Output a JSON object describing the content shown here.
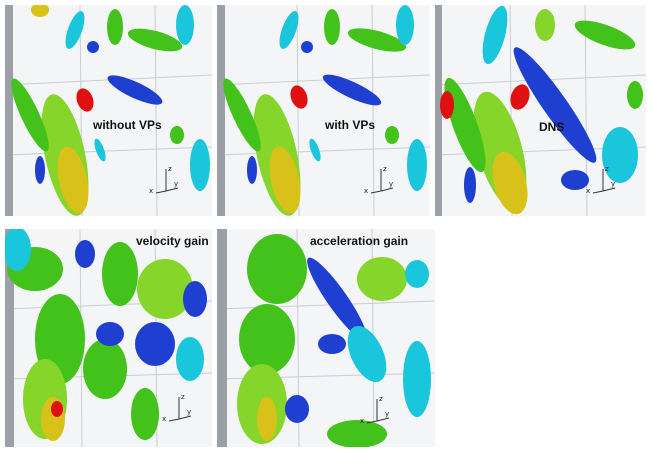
{
  "panels": [
    {
      "id": "p1",
      "label": "without VPs"
    },
    {
      "id": "p2",
      "label": "with VPs"
    },
    {
      "id": "p3",
      "label": "DNS"
    },
    {
      "id": "p4",
      "label": "velocity gain"
    },
    {
      "id": "p5",
      "label": "acceleration gain"
    }
  ],
  "axis_labels": {
    "z": "z",
    "y": "y",
    "x": "x"
  },
  "colors": {
    "red": "#e01010",
    "yellow": "#d8c21a",
    "green": "#44c21c",
    "lime": "#86d52a",
    "cyan": "#19c6dc",
    "blue": "#1f3fd0",
    "gridline": "#c9ccd2",
    "wall": "#9aa0a6"
  }
}
